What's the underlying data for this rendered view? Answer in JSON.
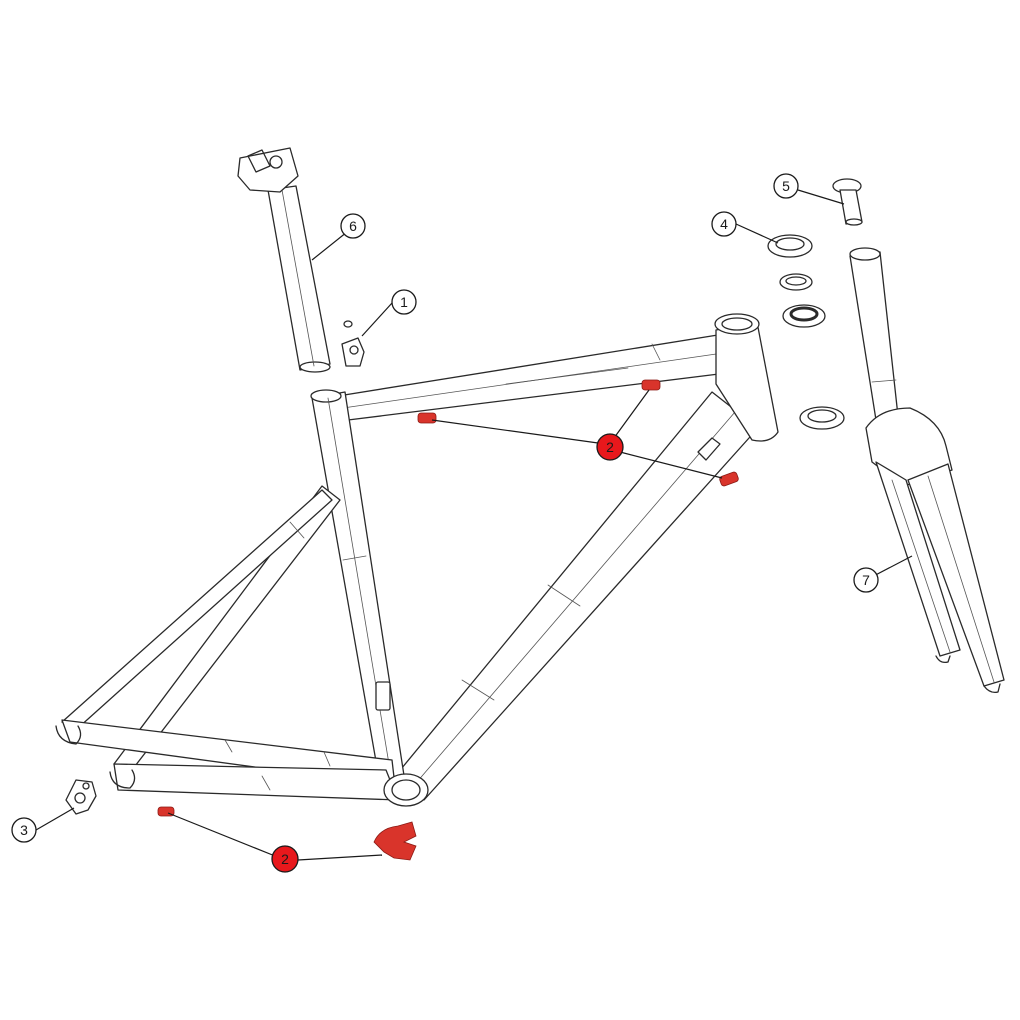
{
  "colors": {
    "line": "#2a2a2a",
    "highlight_part": "#d9342b",
    "highlight_callout": "#e8181c",
    "callout_fill": "#ffffff",
    "background": "#ffffff"
  },
  "callouts": [
    {
      "label": "1",
      "part": "frame-hanger-piece",
      "highlighted": false
    },
    {
      "label": "2",
      "part": "cable-guide-plugs-top",
      "highlighted": true
    },
    {
      "label": "2",
      "part": "cable-guide-plugs-bottom",
      "highlighted": true
    },
    {
      "label": "3",
      "part": "rear-derailleur-hanger",
      "highlighted": false
    },
    {
      "label": "4",
      "part": "headset-top-cover",
      "highlighted": false
    },
    {
      "label": "5",
      "part": "headset-top-cap",
      "highlighted": false
    },
    {
      "label": "6",
      "part": "seatpost",
      "highlighted": false
    },
    {
      "label": "7",
      "part": "front-fork",
      "highlighted": false
    }
  ]
}
